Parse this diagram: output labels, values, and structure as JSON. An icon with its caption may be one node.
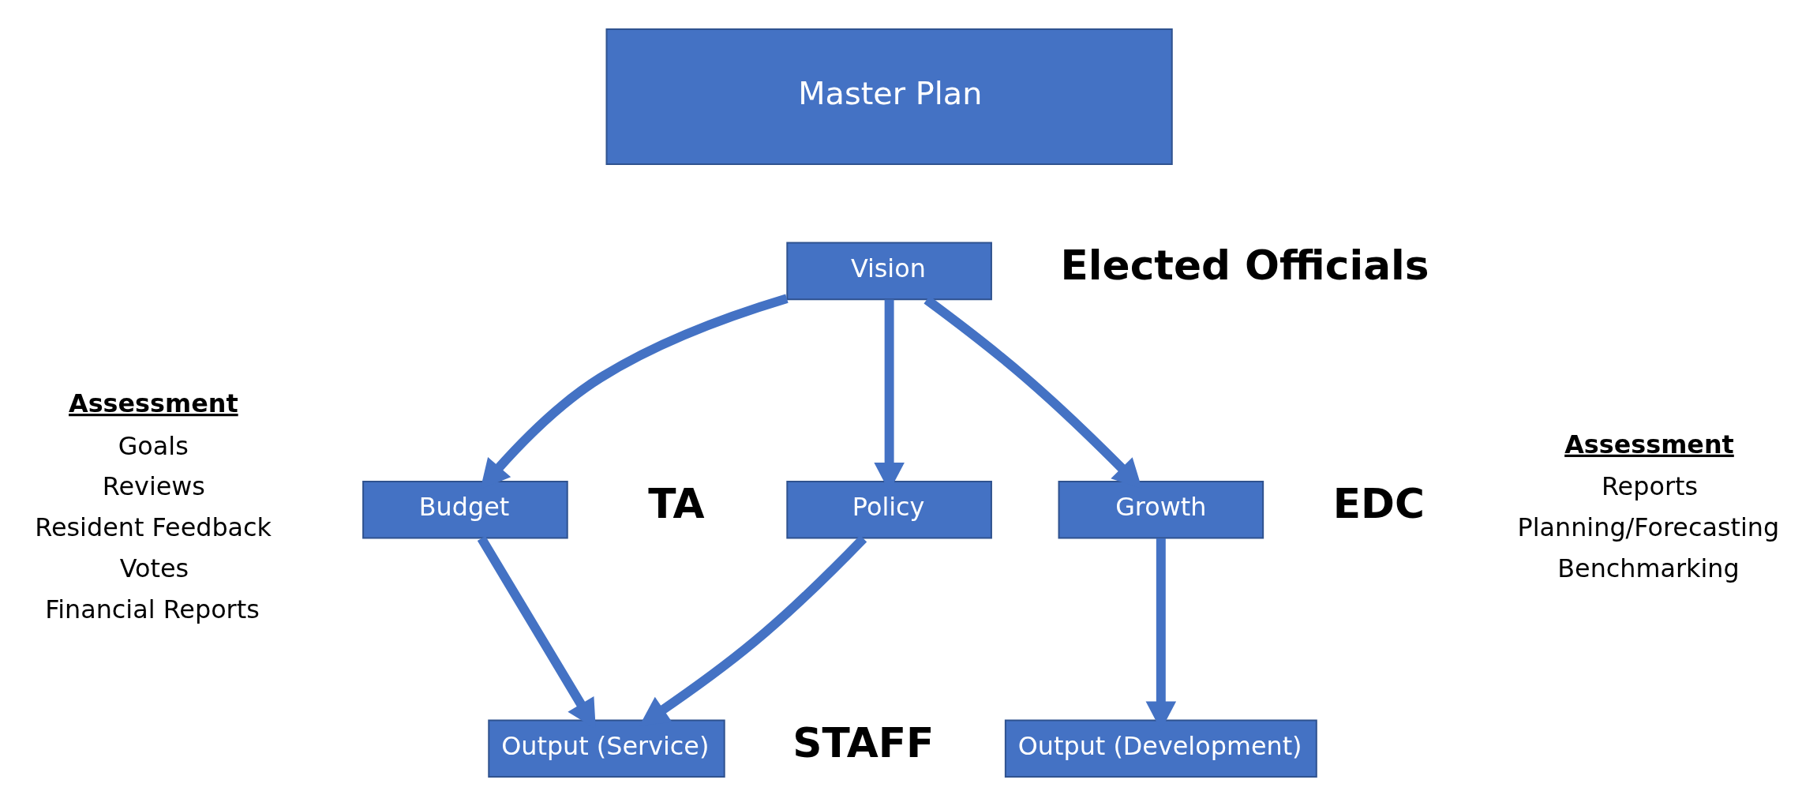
{
  "diagram": {
    "nodes": [
      {
        "text": [
          "Master Plan"
        ]
      },
      {
        "text": [
          "Vision"
        ]
      },
      {
        "text": [
          "Budget"
        ]
      },
      {
        "text": [
          "Policy"
        ]
      },
      {
        "text": [
          "Growth"
        ]
      },
      {
        "text": [
          "Output (Service)"
        ]
      },
      {
        "text": [
          "Output (Development)"
        ]
      }
    ],
    "edges": [
      {
        "from": 1,
        "to": 2,
        "arrow": "to"
      },
      {
        "from": 1,
        "to": 3,
        "arrow": "to"
      },
      {
        "from": 1,
        "to": 4,
        "arrow": "to"
      },
      {
        "from": 2,
        "to": 5,
        "arrow": "to"
      },
      {
        "from": 3,
        "to": 5,
        "arrow": "to"
      },
      {
        "from": 4,
        "to": 6,
        "arrow": "to"
      }
    ],
    "labels": [
      "Elected Officials",
      "TA",
      "Assessment",
      "Reports",
      "Planning/Forecasting",
      "Benchmarking",
      "Assessment",
      "Goals",
      "Reviews",
      "Resident Feedback",
      "Votes",
      "Financial Reports",
      "EDC",
      "STAFF"
    ]
  }
}
